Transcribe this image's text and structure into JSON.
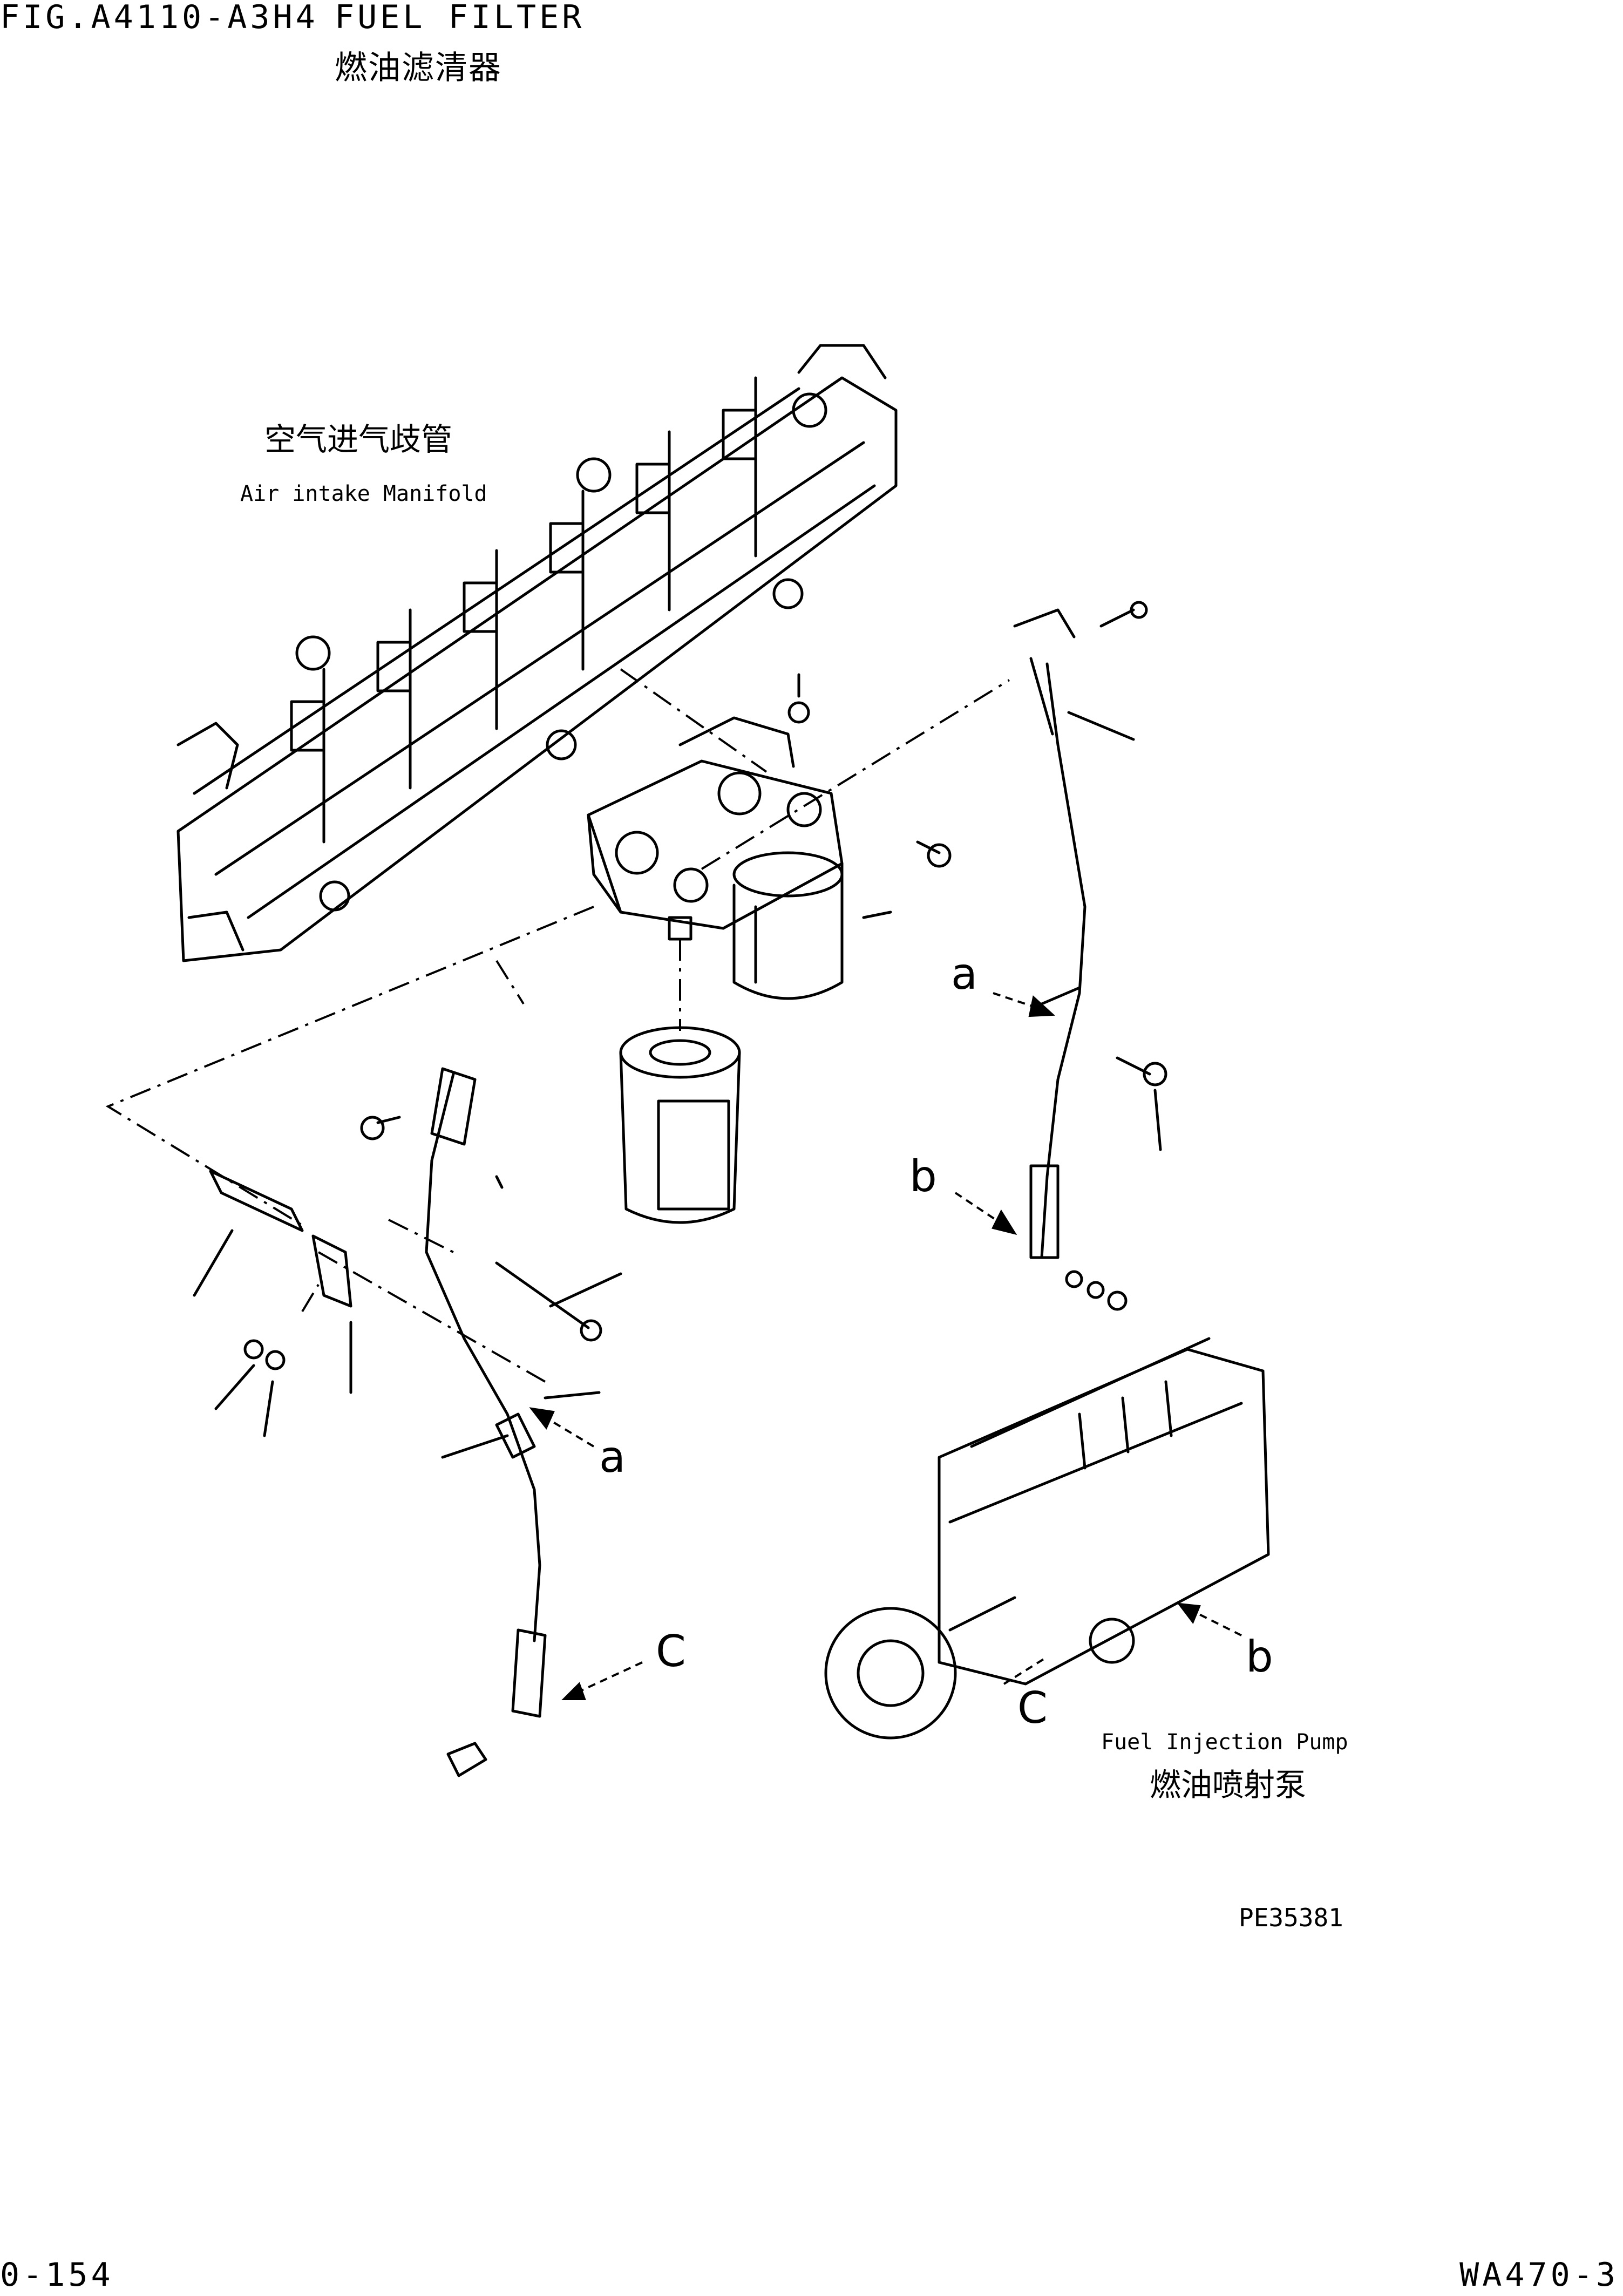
{
  "header": {
    "fig_number": "FIG.A4110-A3H4",
    "title_en": "FUEL FILTER",
    "title_cn": "燃油滤清器"
  },
  "labels": {
    "manifold_cn": "空气进气歧管",
    "manifold_en": "Air intake Manifold",
    "pump_en": "Fuel Injection Pump",
    "pump_cn": "燃油喷射泵",
    "drawing_code": "PE35381"
  },
  "callouts": {
    "a": "a",
    "b": "b",
    "c": "C"
  },
  "footer": {
    "page": "0-154",
    "model": "WA470-3"
  }
}
